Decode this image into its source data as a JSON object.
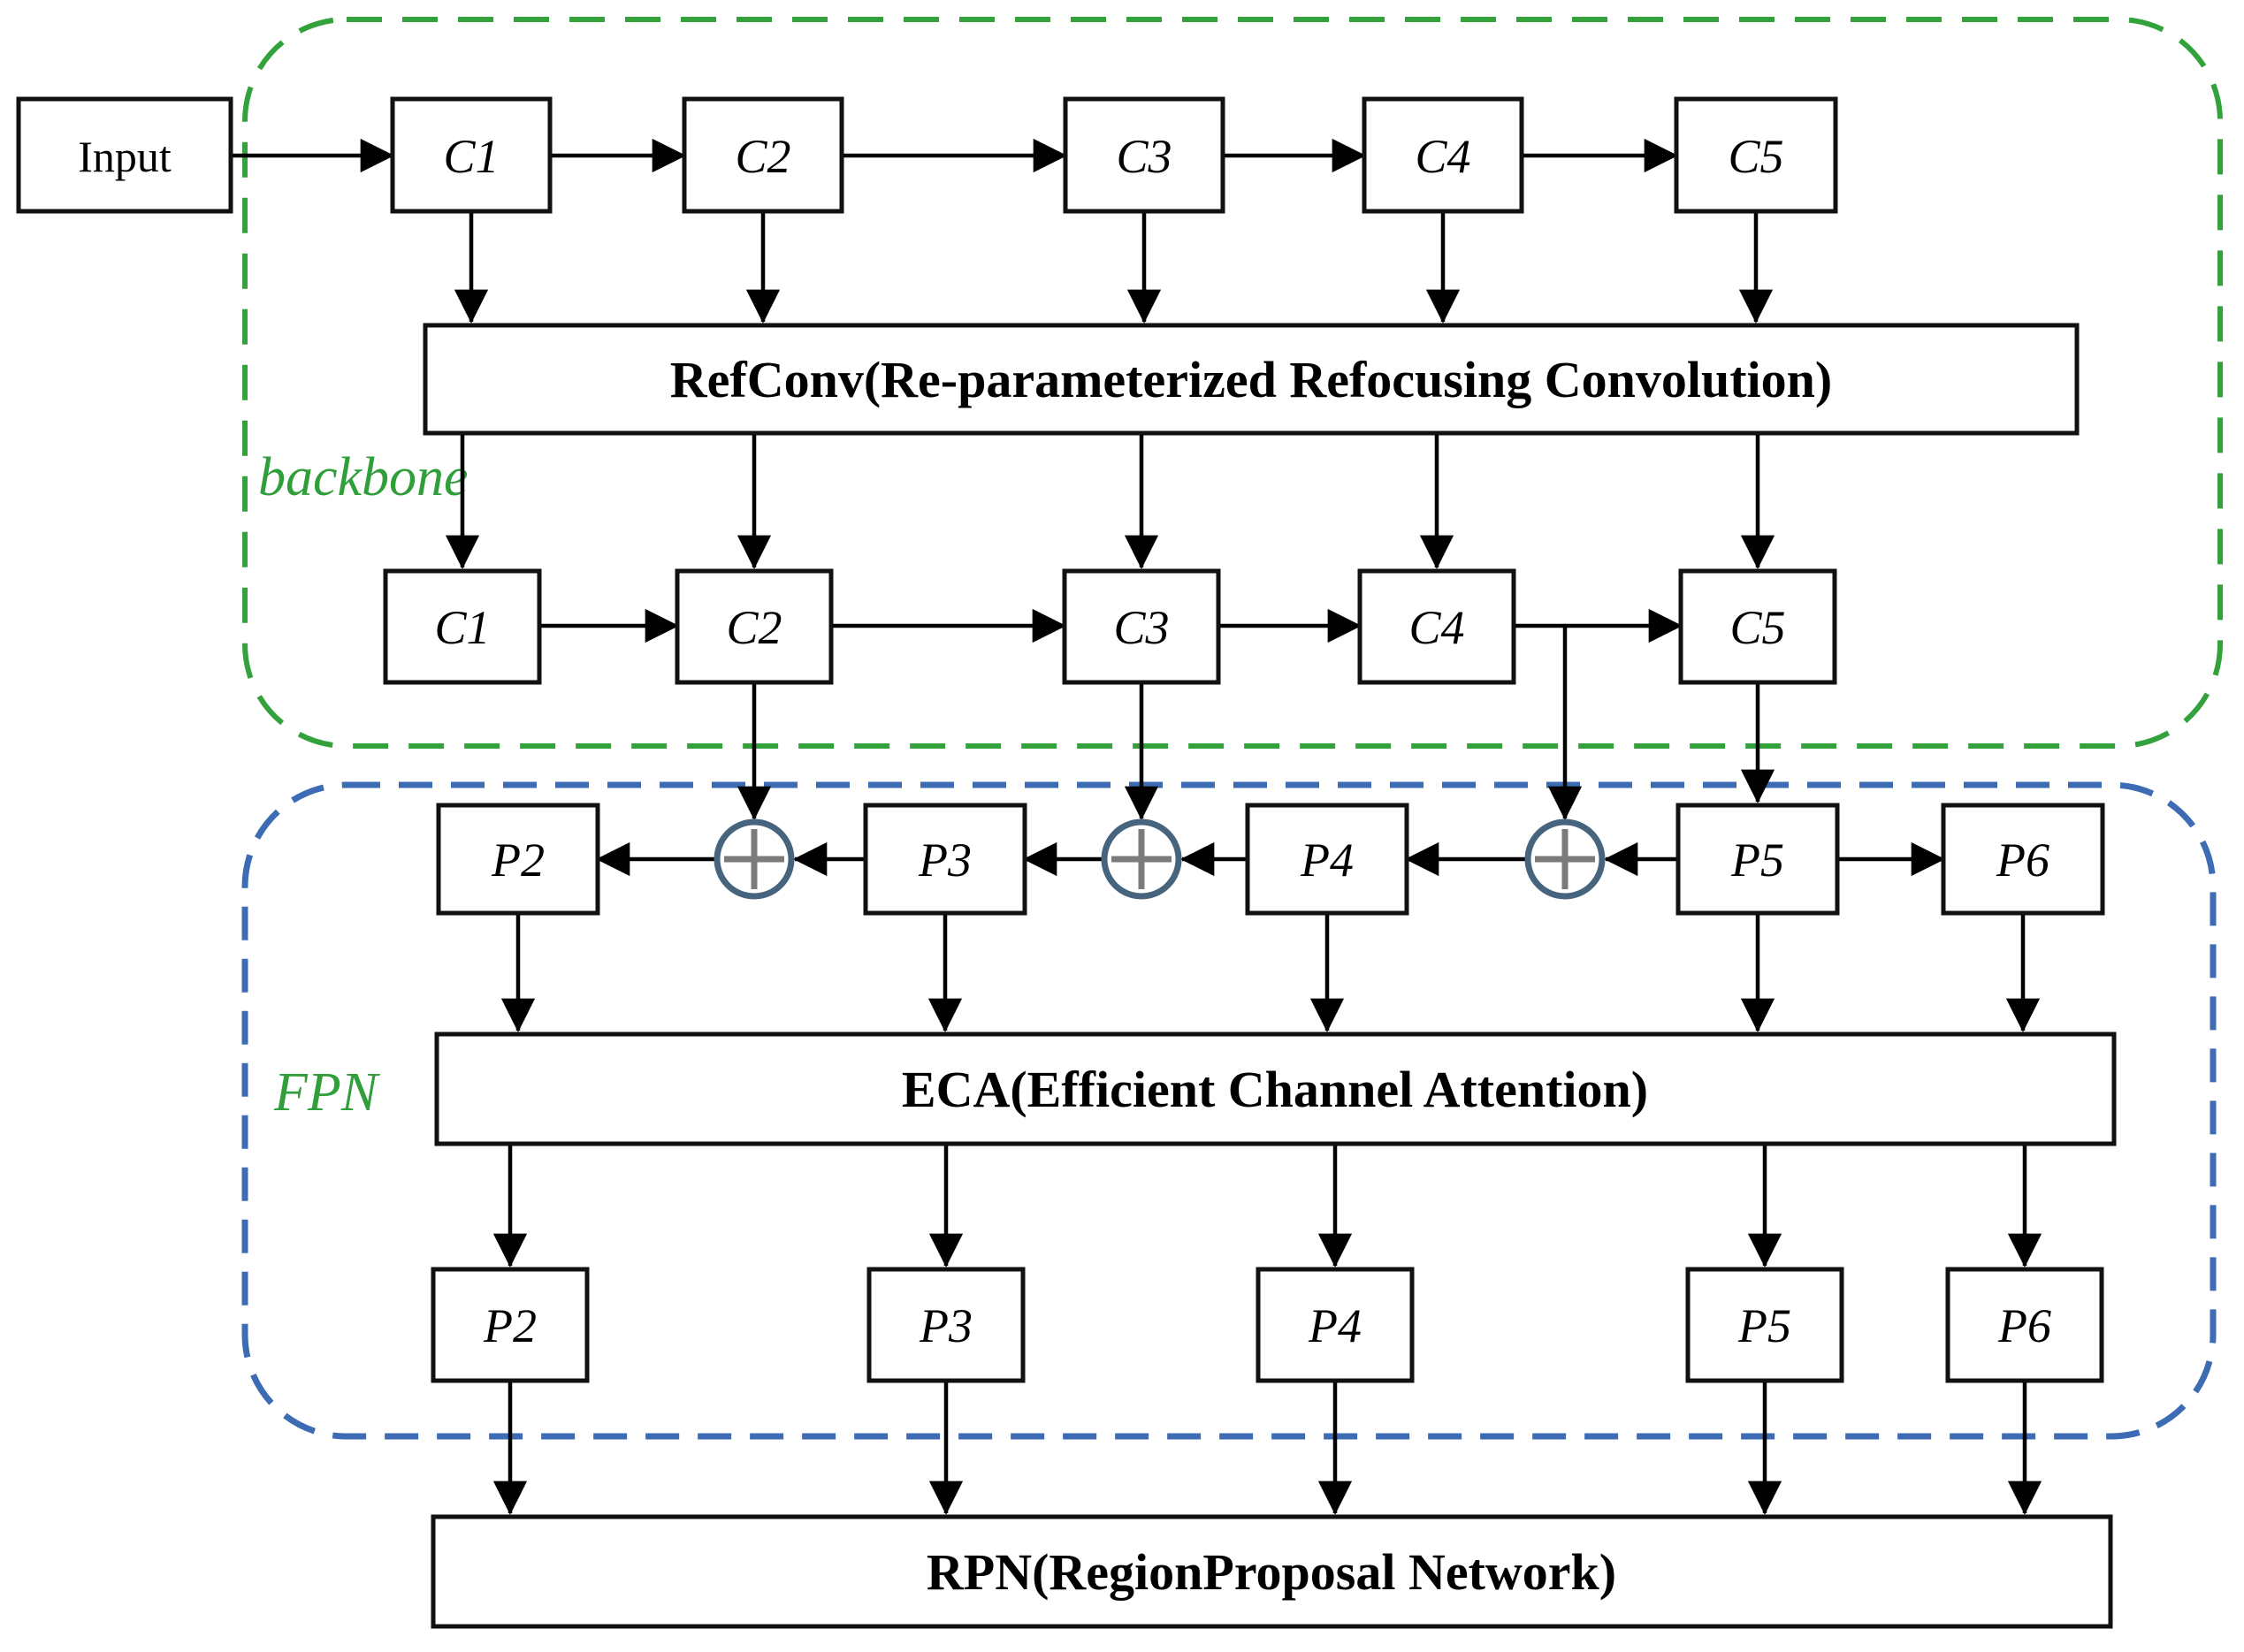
{
  "figure": {
    "input_label": "Input",
    "backbone": {
      "label": "backbone",
      "row1": [
        "C1",
        "C2",
        "C3",
        "C4",
        "C5"
      ],
      "refconv_label": "RefConv(Re-parameterized Refocusing Convolution)",
      "row2": [
        "C1",
        "C2",
        "C3",
        "C4",
        "C5"
      ]
    },
    "fpn": {
      "label": "FPN",
      "row1": [
        "P2",
        "P3",
        "P4",
        "P5",
        "P6"
      ],
      "eca_label": "ECA(Efficient Channel Attention)",
      "row2": [
        "P2",
        "P3",
        "P4",
        "P5",
        "P6"
      ]
    },
    "rpn_label": "RPN(RegionProposal Network)",
    "colors": {
      "background": "#FFFFFF",
      "backbone_border": "#34A23C",
      "label_green": "#2F9E3B",
      "fpn_border": "#3D6CB4",
      "adder_ring": "#47647E",
      "adder_plus": "#7B7B7B",
      "line_color": "#000000",
      "box_border": "#111111"
    }
  }
}
